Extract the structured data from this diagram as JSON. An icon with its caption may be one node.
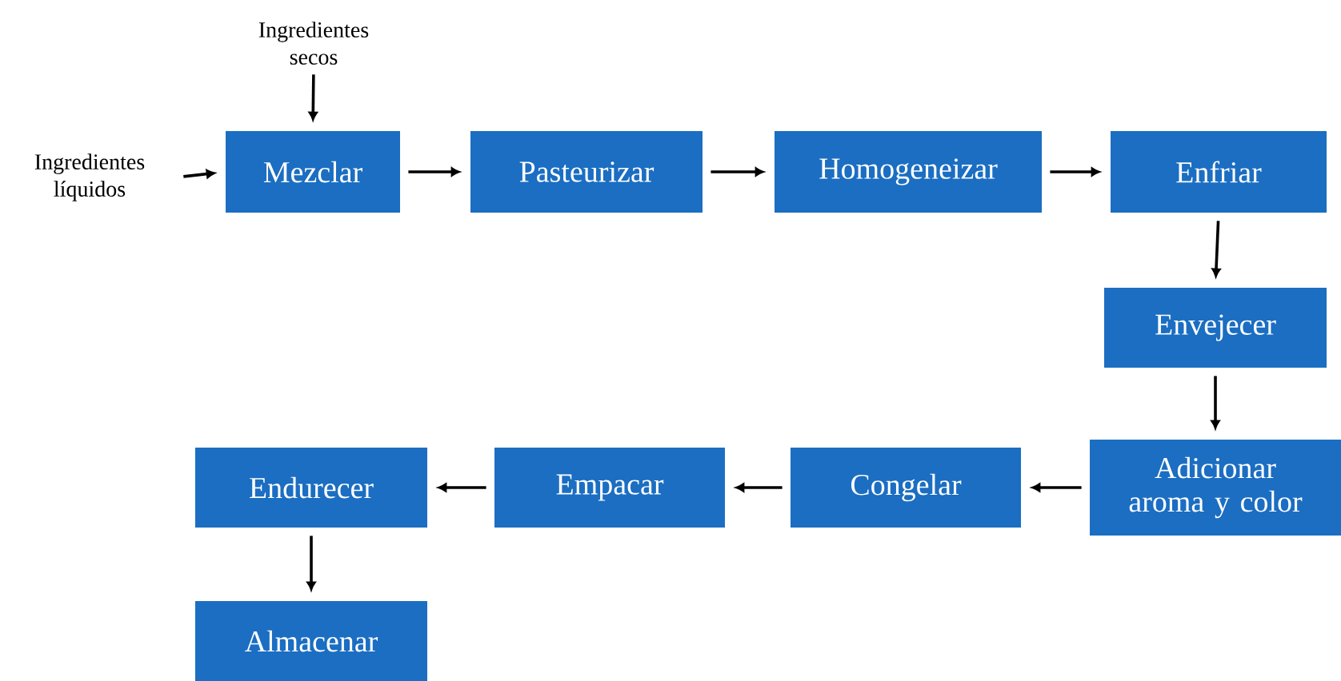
{
  "diagram": {
    "nodes": [
      {
        "text": [
          "Ingredientes secos"
        ]
      },
      {
        "text": [
          "Ingredientes líquidos"
        ]
      },
      {
        "text": [
          "Mezclar"
        ]
      },
      {
        "text": [
          "Pasteurizar"
        ]
      },
      {
        "text": [
          "Homogeneizar"
        ]
      },
      {
        "text": [
          "Enfriar"
        ]
      },
      {
        "text": [
          "Envejecer"
        ]
      },
      {
        "text": [
          "Adicionar aroma y color"
        ]
      },
      {
        "text": [
          "Congelar"
        ]
      },
      {
        "text": [
          "Empacar"
        ]
      },
      {
        "text": [
          "Endurecer"
        ]
      },
      {
        "text": [
          "Almacenar"
        ]
      }
    ],
    "edges": [
      {
        "from": 0,
        "to": 2,
        "arrow": "to"
      },
      {
        "from": 1,
        "to": 2,
        "arrow": "to"
      },
      {
        "from": 2,
        "to": 3,
        "arrow": "to"
      },
      {
        "from": 3,
        "to": 4,
        "arrow": "to"
      },
      {
        "from": 4,
        "to": 5,
        "arrow": "to"
      },
      {
        "from": 5,
        "to": 6,
        "arrow": "to"
      },
      {
        "from": 6,
        "to": 7,
        "arrow": "to"
      },
      {
        "from": 7,
        "to": 8,
        "arrow": "to"
      },
      {
        "from": 8,
        "to": 9,
        "arrow": "to"
      },
      {
        "from": 9,
        "to": 10,
        "arrow": "to"
      },
      {
        "from": 10,
        "to": 11,
        "arrow": "to"
      }
    ]
  }
}
